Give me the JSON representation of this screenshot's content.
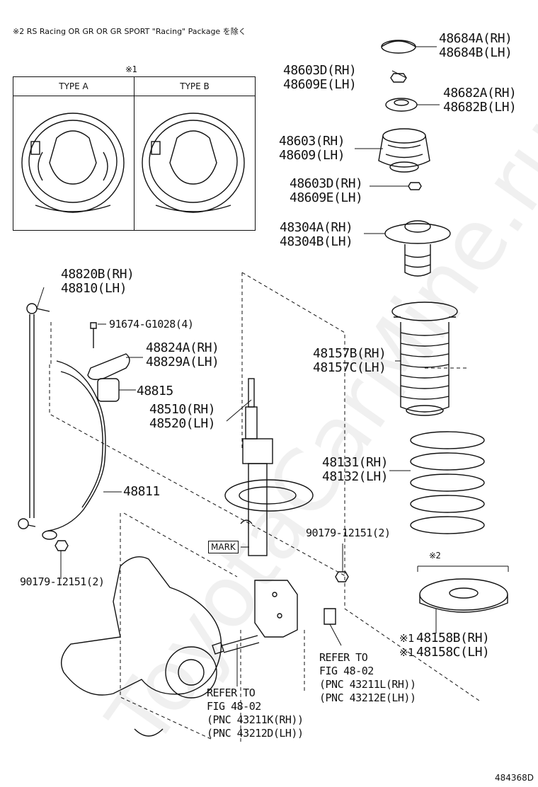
{
  "note": "※2 RS Racing OR GR OR GR SPORT \"Racing\" Package を除く",
  "type_group_mark": "※1",
  "type_a": "TYPE A",
  "type_b": "TYPE B",
  "mark_label": "MARK",
  "sub_mark": "※2",
  "watermark": "ToyotaCarMine.ru",
  "doc_id": "484368D",
  "parts": {
    "p48684": [
      "48684A(RH)",
      "48684B(LH)"
    ],
    "p48603d_top": [
      "48603D(RH)",
      "48609E(LH)"
    ],
    "p48682": [
      "48682A(RH)",
      "48682B(LH)"
    ],
    "p48603": [
      "48603(RH)",
      "48609(LH)"
    ],
    "p48603d_mid": [
      "48603D(RH)",
      "48609E(LH)"
    ],
    "p48304": [
      "48304A(RH)",
      "48304B(LH)"
    ],
    "p48820": [
      "48820B(RH)",
      "48810(LH)"
    ],
    "p91674": "91674-G1028(4)",
    "p48824": [
      "48824A(RH)",
      "48829A(LH)"
    ],
    "p48815": "48815",
    "p48157": [
      "48157B(RH)",
      "48157C(LH)"
    ],
    "p48510": [
      "48510(RH)",
      "48520(LH)"
    ],
    "p48131": [
      "48131(RH)",
      "48132(LH)"
    ],
    "p48811": "48811",
    "p90179_right": "90179-12151(2)",
    "p90179_left": "90179-12151(2)",
    "p48158_mark": [
      "※1",
      "※1"
    ],
    "p48158": [
      "48158B(RH)",
      "48158C(LH)"
    ],
    "refer_right": [
      "REFER TO",
      "FIG 48-02",
      "(PNC 43211L(RH))",
      "(PNC 43212E(LH))"
    ],
    "refer_left": [
      "REFER TO",
      "FIG 48-02",
      "(PNC 43211K(RH))",
      "(PNC 43212D(LH))"
    ]
  }
}
